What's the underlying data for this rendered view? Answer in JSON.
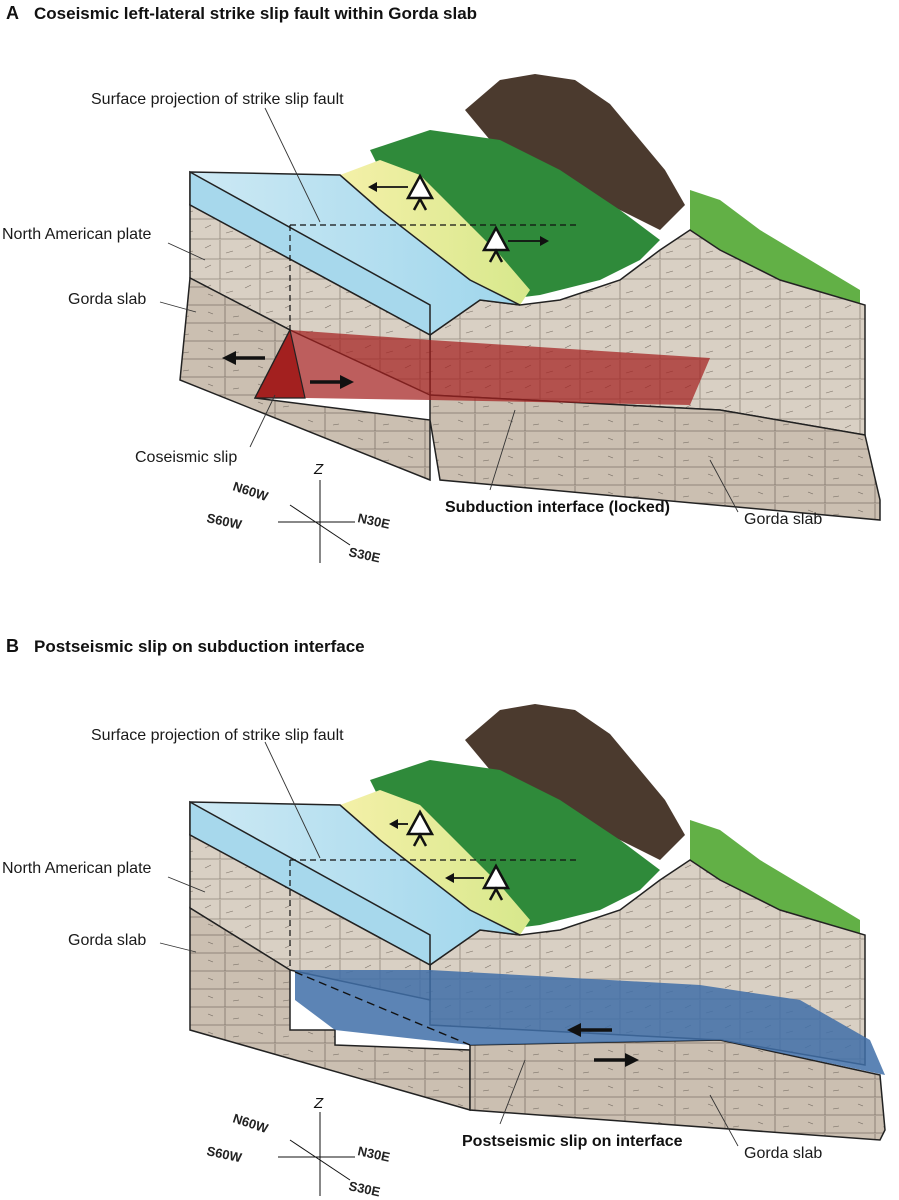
{
  "panels": [
    {
      "letter": "A",
      "title": "Coseismic left-lateral strike slip fault within Gorda slab",
      "labels": {
        "surface_projection": "Surface projection of strike slip fault",
        "north_american_plate": "North American plate",
        "gorda_slab_left": "Gorda slab",
        "coseismic_slip": "Coseismic slip",
        "interface": "Subduction interface (locked)",
        "gorda_slab_right": "Gorda slab"
      },
      "compass": {
        "z": "Z",
        "n": "N60W",
        "s": "S60W",
        "e": "N30E",
        "w": "S30E"
      }
    },
    {
      "letter": "B",
      "title": "Postseismic slip on subduction interface",
      "labels": {
        "surface_projection": "Surface projection of strike slip fault",
        "north_american_plate": "North American plate",
        "gorda_slab_left": "Gorda slab",
        "interface": "Postseismic slip on interface",
        "gorda_slab_right": "Gorda slab"
      },
      "compass": {
        "z": "Z",
        "n": "N60W",
        "s": "S60W",
        "e": "N30E",
        "w": "S30E"
      }
    }
  ],
  "colors": {
    "water": "#a9dcef",
    "rock": "#d8cfc3",
    "forest": "#2f8a3a",
    "mountain": "#4a3a2e",
    "coseismic_fault": "#a3201f",
    "postseismic_interface": "#3f6fa8"
  }
}
